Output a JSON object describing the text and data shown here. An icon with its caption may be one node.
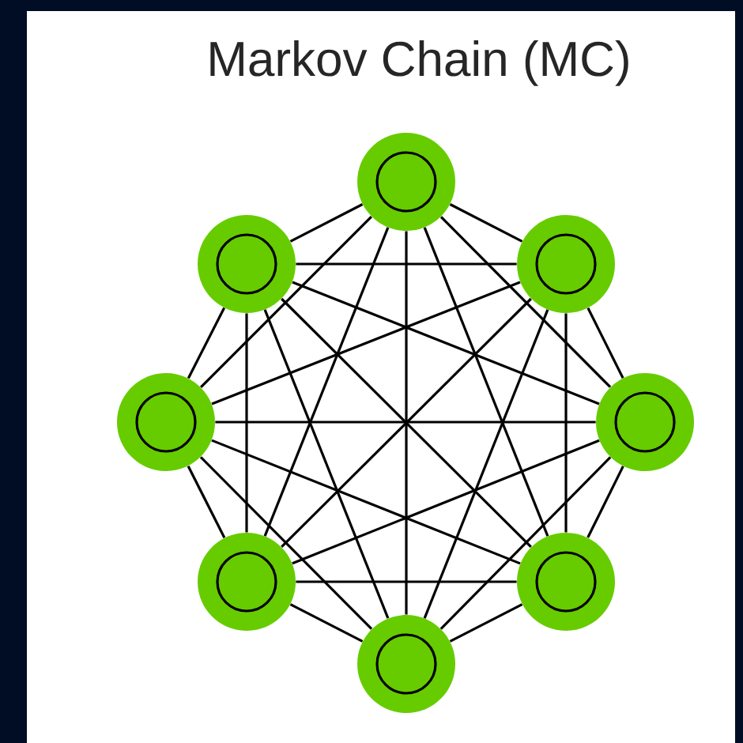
{
  "diagram": {
    "title": "Markov Chain (MC)",
    "nodes": [
      {
        "text": [],
        "shape": "circle"
      },
      {
        "text": [],
        "shape": "circle"
      },
      {
        "text": [],
        "shape": "circle"
      },
      {
        "text": [],
        "shape": "circle"
      },
      {
        "text": [],
        "shape": "circle"
      },
      {
        "text": [],
        "shape": "circle"
      },
      {
        "text": [],
        "shape": "circle"
      },
      {
        "text": [],
        "shape": "circle"
      }
    ],
    "edges": [
      {
        "from": 0,
        "to": 1,
        "arrow": "none"
      },
      {
        "from": 0,
        "to": 2,
        "arrow": "none"
      },
      {
        "from": 0,
        "to": 3,
        "arrow": "none"
      },
      {
        "from": 0,
        "to": 4,
        "arrow": "none"
      },
      {
        "from": 0,
        "to": 5,
        "arrow": "none"
      },
      {
        "from": 0,
        "to": 6,
        "arrow": "none"
      },
      {
        "from": 0,
        "to": 7,
        "arrow": "none"
      },
      {
        "from": 1,
        "to": 2,
        "arrow": "none"
      },
      {
        "from": 1,
        "to": 3,
        "arrow": "none"
      },
      {
        "from": 1,
        "to": 4,
        "arrow": "none"
      },
      {
        "from": 1,
        "to": 5,
        "arrow": "none"
      },
      {
        "from": 1,
        "to": 6,
        "arrow": "none"
      },
      {
        "from": 1,
        "to": 7,
        "arrow": "none"
      },
      {
        "from": 2,
        "to": 3,
        "arrow": "none"
      },
      {
        "from": 2,
        "to": 4,
        "arrow": "none"
      },
      {
        "from": 2,
        "to": 5,
        "arrow": "none"
      },
      {
        "from": 2,
        "to": 6,
        "arrow": "none"
      },
      {
        "from": 2,
        "to": 7,
        "arrow": "none"
      },
      {
        "from": 3,
        "to": 4,
        "arrow": "none"
      },
      {
        "from": 3,
        "to": 5,
        "arrow": "none"
      },
      {
        "from": 3,
        "to": 6,
        "arrow": "none"
      },
      {
        "from": 3,
        "to": 7,
        "arrow": "none"
      },
      {
        "from": 4,
        "to": 5,
        "arrow": "none"
      },
      {
        "from": 4,
        "to": 6,
        "arrow": "none"
      },
      {
        "from": 4,
        "to": 7,
        "arrow": "none"
      },
      {
        "from": 5,
        "to": 6,
        "arrow": "none"
      },
      {
        "from": 5,
        "to": 7,
        "arrow": "none"
      },
      {
        "from": 6,
        "to": 7,
        "arrow": "none"
      }
    ]
  }
}
